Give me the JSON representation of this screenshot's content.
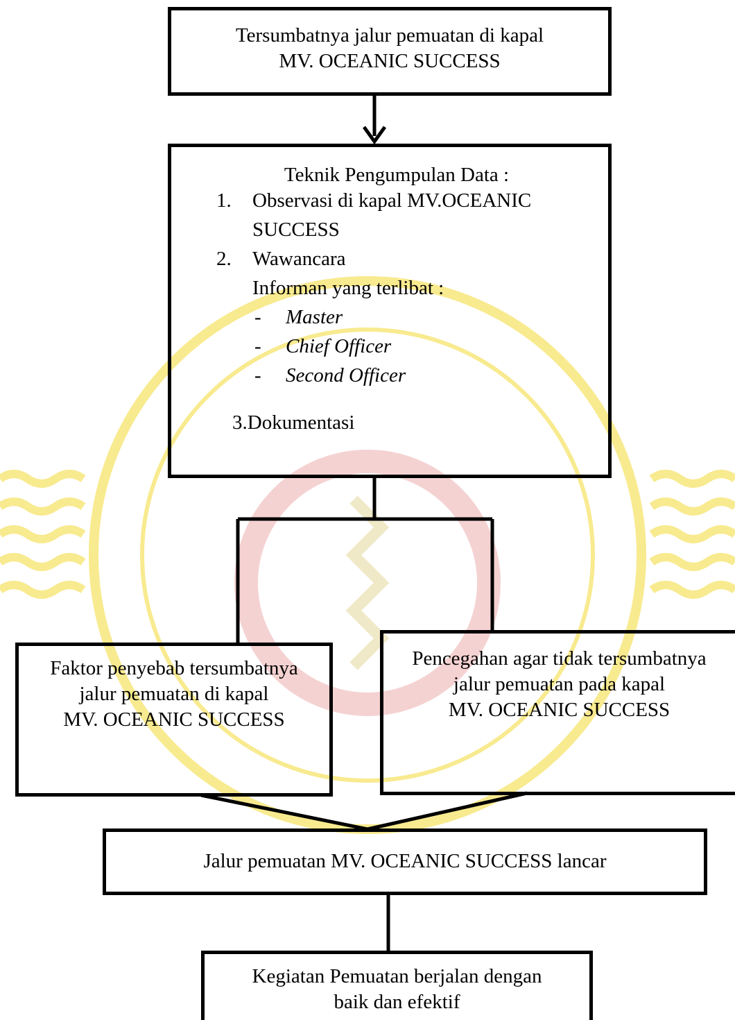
{
  "boxes": {
    "problem": {
      "line1": "Tersumbatnya jalur pemuatan di kapal",
      "line2": "MV. OCEANIC SUCCESS"
    },
    "methods": {
      "heading": "Teknik Pengumpulan Data :",
      "item1_number": "1.",
      "item1_line1": "Observasi di kapal MV.OCEANIC",
      "item1_line2": "SUCCESS",
      "item2_number": "2.",
      "item2_line1": "Wawancara",
      "item2_line2": "Informan yang terlibat :",
      "informant_bullet": "-",
      "informants": [
        "Master",
        "Chief Officer",
        "Second Officer"
      ],
      "item3": "3.Dokumentasi"
    },
    "causes": {
      "line1": "Faktor penyebab tersumbatnya",
      "line2": "jalur  pemuatan di kapal",
      "line3": "MV. OCEANIC SUCCESS"
    },
    "prevention": {
      "line1": "Pencegahan agar tidak tersumbatnya",
      "line2": "jalur pemuatan pada kapal",
      "line3": "MV. OCEANIC SUCCESS"
    },
    "result": {
      "line1": "Jalur pemuatan MV. OCEANIC SUCCESS lancar"
    },
    "outcome": {
      "line1": "Kegiatan Pemuatan berjalan dengan",
      "line2": "baik dan efektif"
    }
  },
  "colors": {
    "line": "#000000",
    "watermark_yellow": "#f6e36a",
    "watermark_red": "#f3c7c7"
  }
}
